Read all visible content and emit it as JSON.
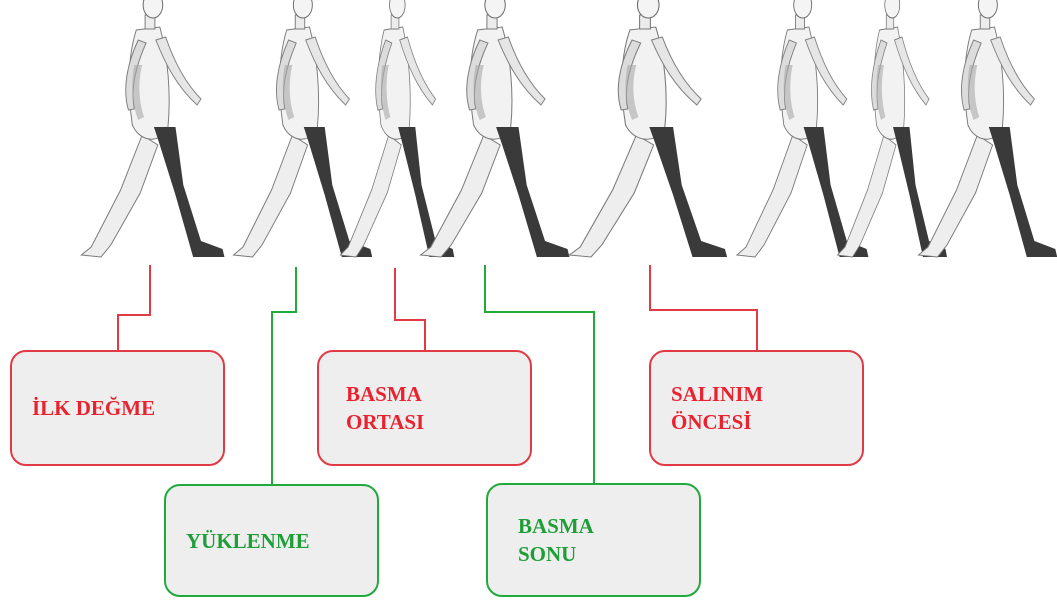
{
  "colors": {
    "stance_red": "#e8232f",
    "stance_green": "#1f9e38",
    "box_fill": "#eeeeee",
    "figure_body": "#f2f2f2",
    "figure_shade": "#9a9a9a",
    "highlighted_leg": "#3a3a3a"
  },
  "figures": [
    {
      "name": "frame-1",
      "phase": "initial-contact"
    },
    {
      "name": "frame-2",
      "phase": "loading-response"
    },
    {
      "name": "frame-3",
      "phase": "mid-stance"
    },
    {
      "name": "frame-4",
      "phase": "terminal-stance"
    },
    {
      "name": "frame-5",
      "phase": "pre-swing"
    },
    {
      "name": "frame-6",
      "phase": "swing"
    },
    {
      "name": "frame-7",
      "phase": "swing"
    },
    {
      "name": "frame-8",
      "phase": "swing"
    }
  ],
  "phases": [
    {
      "label": "İLK DEĞME",
      "color": "red"
    },
    {
      "label": "YÜKLENME",
      "color": "green"
    },
    {
      "label": "BASMA\nORTASI",
      "color": "red"
    },
    {
      "label": "BASMA\nSONU",
      "color": "green"
    },
    {
      "label": "SALINIM\nÖNCESİ",
      "color": "red"
    }
  ]
}
